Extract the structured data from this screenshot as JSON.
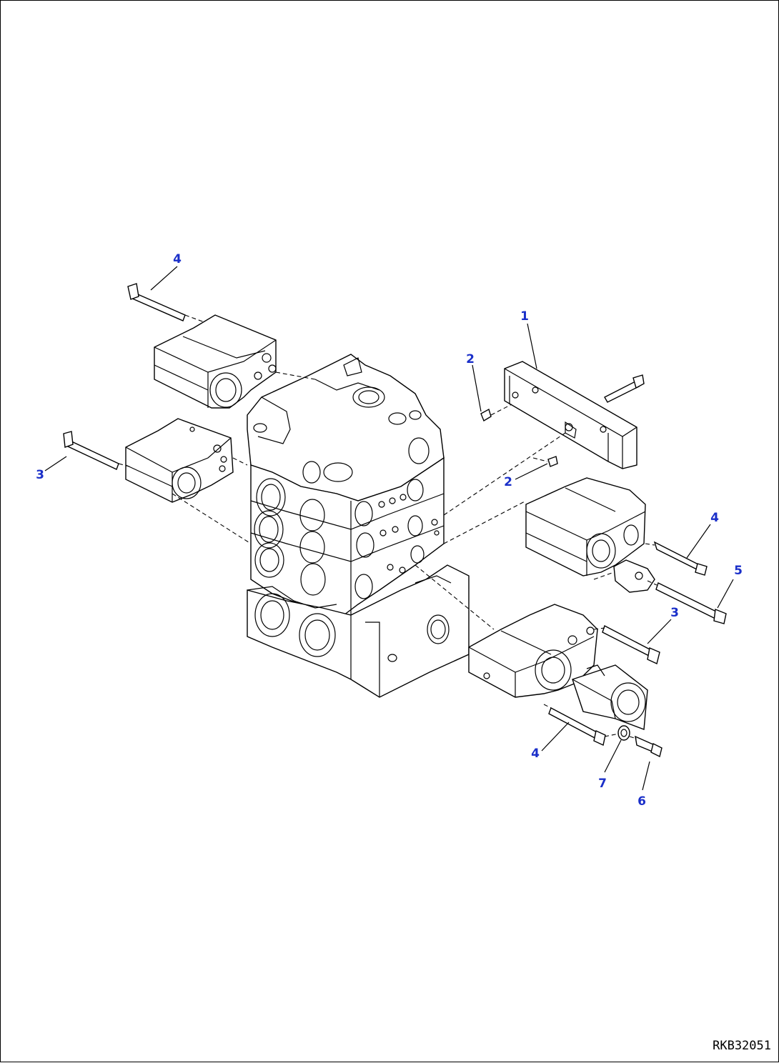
{
  "drawing": {
    "code": "RKB32051",
    "callout_color": "#1a2fc9",
    "callouts": [
      {
        "id": "c-4-top",
        "label": "4"
      },
      {
        "id": "c-1",
        "label": "1"
      },
      {
        "id": "c-2-top",
        "label": "2"
      },
      {
        "id": "c-3-left",
        "label": "3"
      },
      {
        "id": "c-2-mid",
        "label": "2"
      },
      {
        "id": "c-4-right",
        "label": "4"
      },
      {
        "id": "c-5",
        "label": "5"
      },
      {
        "id": "c-3-right",
        "label": "3"
      },
      {
        "id": "c-4-bottom",
        "label": "4"
      },
      {
        "id": "c-7",
        "label": "7"
      },
      {
        "id": "c-6",
        "label": "6"
      }
    ]
  }
}
